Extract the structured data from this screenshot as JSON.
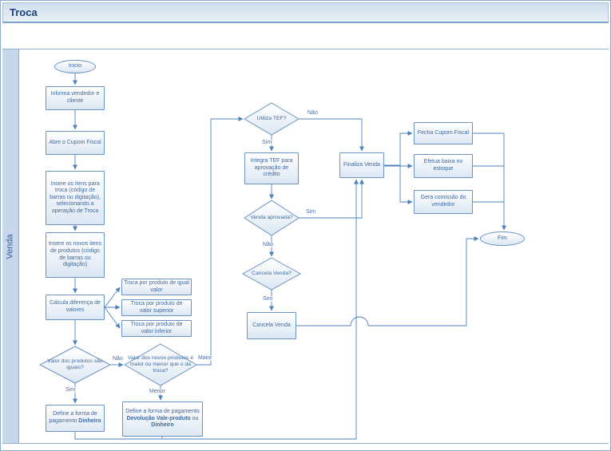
{
  "title": "Troca",
  "lane": "Venda",
  "colors": {
    "accent": "#4f81bd",
    "title_text": "#1c4077",
    "node_text": "#40699c",
    "lane_fill": "#c7d8ec"
  },
  "nodes": {
    "inicio": {
      "label": "Inicio"
    },
    "informa": {
      "label": "Informa vendedor e cliente"
    },
    "abre": {
      "label": "Abre o Cupom Fiscal"
    },
    "insere_troca": {
      "label": "Insere os itens para troca (código de barras ou digitação), selecionando a operação de Troca"
    },
    "insere_novos": {
      "label": "Insere os novos itens de produtos (código de barras ou digitação)"
    },
    "calcula": {
      "label": "Calcula diferença de valores"
    },
    "troca_igual": {
      "label": "Troca por produto de igual valor"
    },
    "troca_superior": {
      "label": "Troca por produto de valor superior"
    },
    "troca_inferior": {
      "label": "Troca por produto de valor inferior"
    },
    "diamante_iguais": {
      "label": "Valor dos produtos são iguais?"
    },
    "diamante_maior_menor": {
      "label": "Valor dos novos produtos é maior ou menor que o da troca?"
    },
    "define_dinheiro": {
      "prefix": "Define a forma de pagamento ",
      "bold": "Dinheiro"
    },
    "define_devolucao": {
      "prefix": "Define a forma de pagamento ",
      "bold1": "Devolução Vale-produto",
      "mid": " ou ",
      "bold2": "Dinheiro"
    },
    "utiliza_tef": {
      "label": "Utiliza TEF?"
    },
    "integra_tef": {
      "label": "Integra TEF para aprovação de crédito"
    },
    "venda_aprovada": {
      "label": "Venda aprovada?"
    },
    "cancela_venda_q": {
      "label": "Cancela Venda?"
    },
    "cancela_venda": {
      "label": "Cancela Venda"
    },
    "finaliza": {
      "label": "Finaliza Venda"
    },
    "fecha_cupom": {
      "label": "Fecha Cupom Fiscal"
    },
    "efetua_baixa": {
      "label": "Efetua baixa no estoque"
    },
    "gera_comissao": {
      "label": "Gera comissão do vendedor"
    },
    "fim": {
      "label": "Fim"
    }
  },
  "edge_labels": {
    "sim1": "Sim",
    "nao1": "Não",
    "maior": "Maior",
    "menor": "Menor",
    "sim_tef": "Sim",
    "nao_tef": "Não",
    "sim_aprovada": "Sim",
    "nao_aprovada": "Não",
    "sim_cancela": "Sim"
  }
}
